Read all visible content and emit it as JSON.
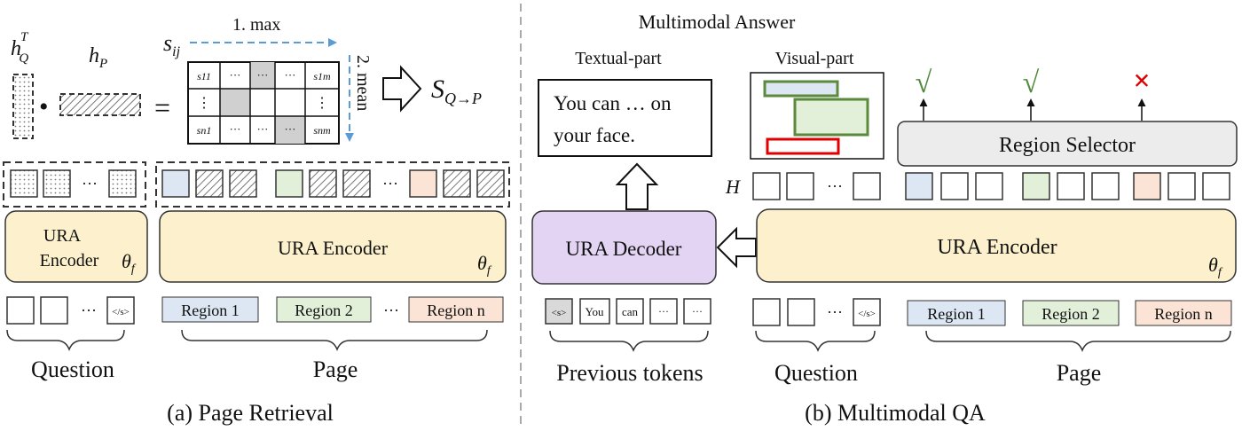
{
  "left": {
    "caption": "(a) Page Retrieval",
    "hq_base": "h",
    "hq_sup": "T",
    "hq_sub": "Q",
    "hp_base": "h",
    "hp_sub": "P",
    "dot": "•",
    "equals": "=",
    "sij_base": "s",
    "sij_sub": "ij",
    "max_label": "1. max",
    "mean_label": "2. mean",
    "score_base": "S",
    "score_sub": "Q→P",
    "matrix": {
      "row1": [
        "s11",
        "···",
        "···",
        "···",
        "···",
        "s1m"
      ],
      "row2": [
        "⋮",
        "",
        "",
        "",
        "",
        "⋮"
      ],
      "row3": [
        "sn1",
        "···",
        "···",
        "···",
        "···",
        "snm"
      ]
    },
    "encoder_question_line1": "URA",
    "encoder_question_line2": "Encoder",
    "encoder_page": "URA Encoder",
    "theta": "θ",
    "theta_sub": "f",
    "question_tokens": [
      "",
      "",
      "···",
      "</s>"
    ],
    "regions": [
      "Region 1",
      "Region 2",
      "Region n"
    ],
    "ellipsis": "···",
    "question_label": "Question",
    "page_label": "Page"
  },
  "right": {
    "caption": "(b) Multimodal QA",
    "answer_title": "Multimodal Answer",
    "textual_label": "Textual-part",
    "visual_label": "Visual-part",
    "answer_text_line1": "You can … on",
    "answer_text_line2": "your face.",
    "checks": [
      "√",
      "√",
      "×"
    ],
    "selector": "Region Selector",
    "h_label": "H",
    "decoder": "URA Decoder",
    "encoder": "URA Encoder",
    "theta": "θ",
    "theta_sub": "f",
    "prev_tokens": [
      "<s>",
      "You",
      "can",
      "···",
      "···"
    ],
    "question_tokens": [
      "",
      "",
      "···",
      "</s>"
    ],
    "regions": [
      "Region 1",
      "Region 2",
      "Region n"
    ],
    "ellipsis": "···",
    "prev_label": "Previous tokens",
    "question_label": "Question",
    "page_label": "Page"
  },
  "colors": {
    "encoder_fill": "#fcf1cc",
    "decoder_fill": "#e3d4f4",
    "selector_fill": "#ececec",
    "region1": "#dde6f3",
    "region2": "#e2efd9",
    "regionn": "#fbe4d6",
    "arrow_blue": "#5b9bd5",
    "check_green": "#4e8a3a",
    "cross_red": "#e00000",
    "visual_green": "#5b8a3c",
    "visual_red": "#e00000"
  }
}
